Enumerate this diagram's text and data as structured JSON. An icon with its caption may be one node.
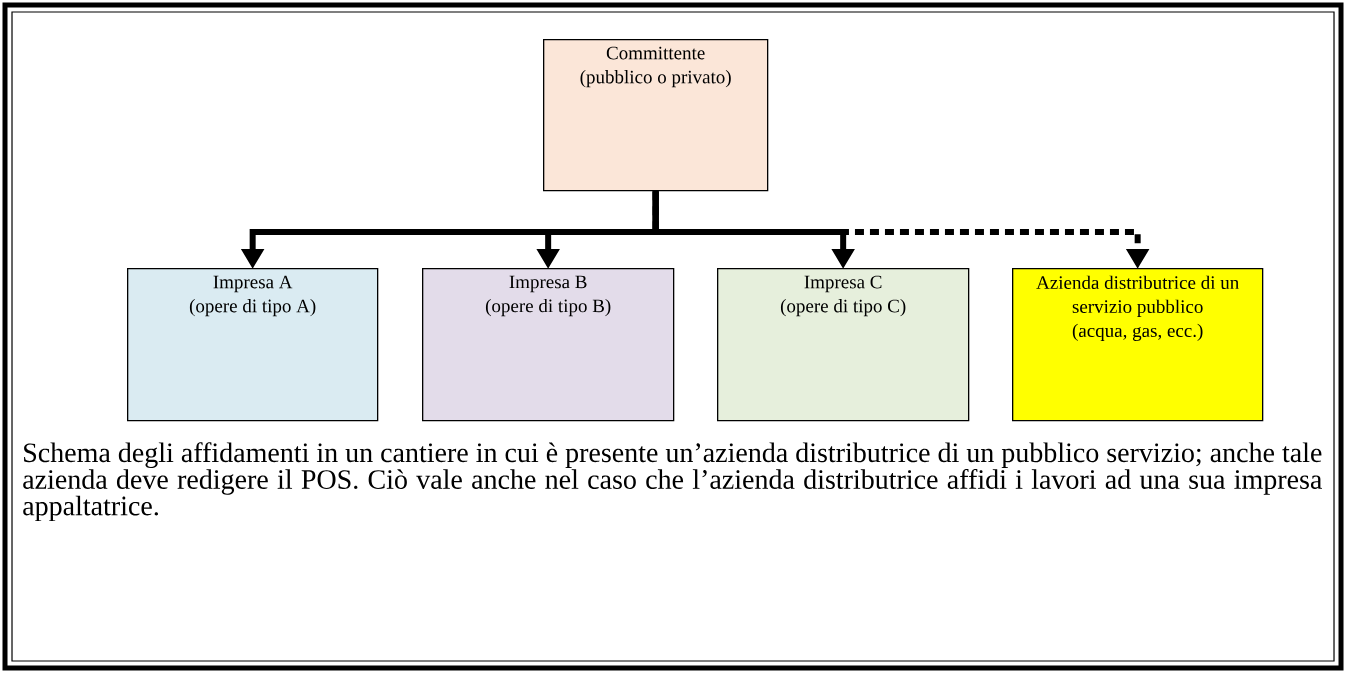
{
  "diagram": {
    "caption": "Schema degli affidamenti in un cantiere in cui è presente un’azienda distributrice di un pubblico servizio; anche tale azienda deve redigere il POS. Ciò vale anche nel caso che l’azienda distributrice affidi i lavori ad una sua impresa appaltatrice.",
    "nodes": [
      {
        "text": [
          "Committente",
          "(pubblico o privato)"
        ]
      },
      {
        "text": [
          "Impresa A",
          "(opere di tipo A)"
        ]
      },
      {
        "text": [
          "Impresa B",
          "(opere di tipo B)"
        ]
      },
      {
        "text": [
          "Impresa C",
          "(opere di tipo C)"
        ]
      },
      {
        "text": [
          "Azienda distributrice di un servizio pubblico",
          "(acqua, gas, ecc.)"
        ]
      }
    ],
    "edges": [
      {
        "from": 0,
        "to": 1,
        "arrow": "to"
      },
      {
        "from": 0,
        "to": 2,
        "arrow": "to"
      },
      {
        "from": 0,
        "to": 3,
        "arrow": "to"
      },
      {
        "from": 0,
        "to": 4,
        "arrow": "to",
        "style": "dashed"
      }
    ]
  }
}
